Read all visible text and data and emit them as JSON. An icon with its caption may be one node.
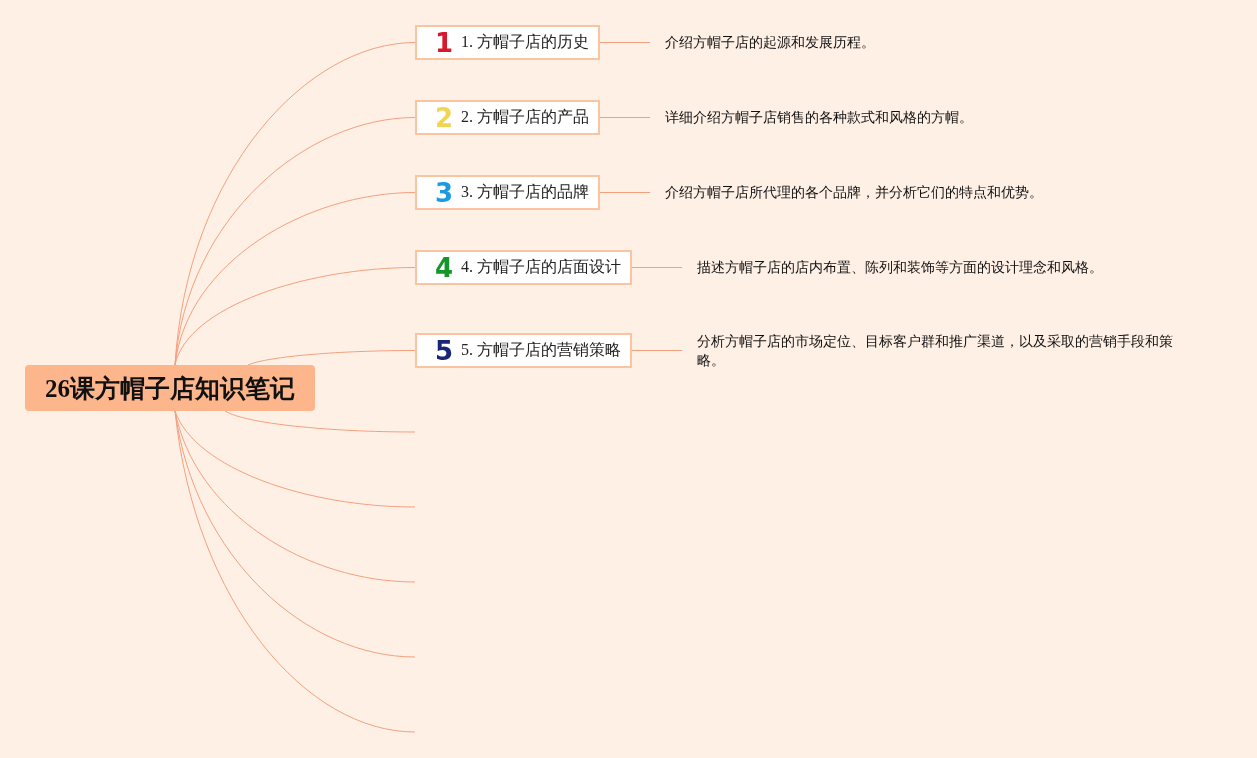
{
  "diagram": {
    "nodes": [
      {
        "text": [
          "26课方帽子店知识笔记"
        ]
      },
      {
        "text": [
          "1",
          "1. 方帽子店的历史"
        ]
      },
      {
        "text": [
          "2",
          "2. 方帽子店的产品"
        ]
      },
      {
        "text": [
          "3",
          "3. 方帽子店的品牌"
        ]
      },
      {
        "text": [
          "4",
          "4. 方帽子店的店面设计"
        ]
      },
      {
        "text": [
          "5",
          "5. 方帽子店的营销策略"
        ]
      },
      {
        "text": [
          "介绍方帽子店的起源和发展历程。"
        ]
      },
      {
        "text": [
          "详细介绍方帽子店销售的各种款式和风格的方帽。"
        ]
      },
      {
        "text": [
          "介绍方帽子店所代理的各个品牌，并分析它们的特点和优势。"
        ]
      },
      {
        "text": [
          "描述方帽子店的店内布置、陈列和装饰等方面的设计理念和风格。"
        ]
      },
      {
        "text": [
          "分析方帽子店的市场定位、目标客户群和推广渠道，以及采取的营销手段和策略。"
        ]
      }
    ],
    "edges": [
      {
        "from": 0,
        "to": 1,
        "arrow": "none"
      },
      {
        "from": 0,
        "to": 2,
        "arrow": "none"
      },
      {
        "from": 0,
        "to": 3,
        "arrow": "none"
      },
      {
        "from": 0,
        "to": 4,
        "arrow": "none"
      },
      {
        "from": 0,
        "to": 5,
        "arrow": "none"
      },
      {
        "from": 0,
        "to": null,
        "arrow": "none"
      },
      {
        "from": 0,
        "to": null,
        "arrow": "none"
      },
      {
        "from": 0,
        "to": null,
        "arrow": "none"
      },
      {
        "from": 0,
        "to": null,
        "arrow": "none"
      },
      {
        "from": 0,
        "to": null,
        "arrow": "none"
      },
      {
        "from": 1,
        "to": 6,
        "arrow": "none"
      },
      {
        "from": 2,
        "to": 7,
        "arrow": "none"
      },
      {
        "from": 3,
        "to": 8,
        "arrow": "none"
      },
      {
        "from": 4,
        "to": 9,
        "arrow": "none"
      },
      {
        "from": 5,
        "to": 10,
        "arrow": "none"
      }
    ]
  }
}
